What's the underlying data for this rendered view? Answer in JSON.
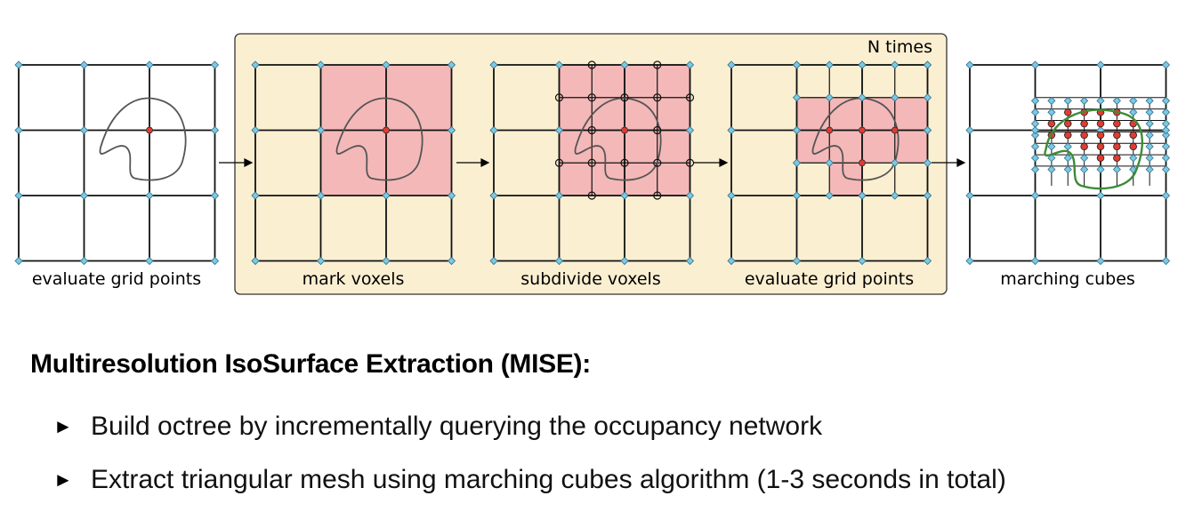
{
  "diagram": {
    "loop_label": "N times",
    "steps": [
      {
        "caption": "evaluate grid points"
      },
      {
        "caption": "mark voxels"
      },
      {
        "caption": "subdivide voxels"
      },
      {
        "caption": "evaluate grid points"
      },
      {
        "caption": "marching cubes"
      }
    ],
    "colors": {
      "loop_background": "#fbefd1",
      "marked_voxel": "#f4b8b8",
      "grid_point": "#7ec8e3",
      "occupied_point": "#e03c31",
      "surface_curve": "#555555",
      "mesh_curve": "#3d8b37"
    }
  },
  "heading": "Multiresolution IsoSurface Extraction (MISE):",
  "bullets": [
    {
      "marker": "►",
      "text": "Build octree by incrementally querying the occupancy network"
    },
    {
      "marker": "►",
      "text": "Extract triangular mesh using marching cubes algorithm (1-3 seconds in total)"
    }
  ]
}
